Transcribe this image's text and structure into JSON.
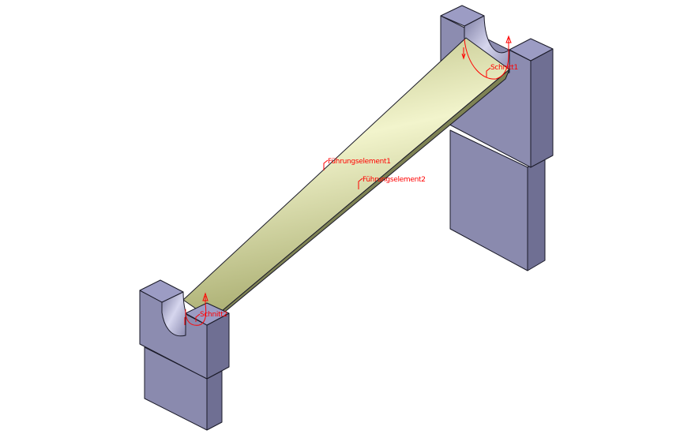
{
  "annotations": {
    "guide1": "Führungselement1",
    "guide2": "Führungselement2",
    "section1": "Schnitt1",
    "section2": "Schnitt2"
  },
  "colors": {
    "block_front": "#8c8cb0",
    "block_side": "#6f6f93",
    "block_top": "#9c9cc4",
    "beam": "#c9cc92",
    "annotation": "#ff0000"
  }
}
